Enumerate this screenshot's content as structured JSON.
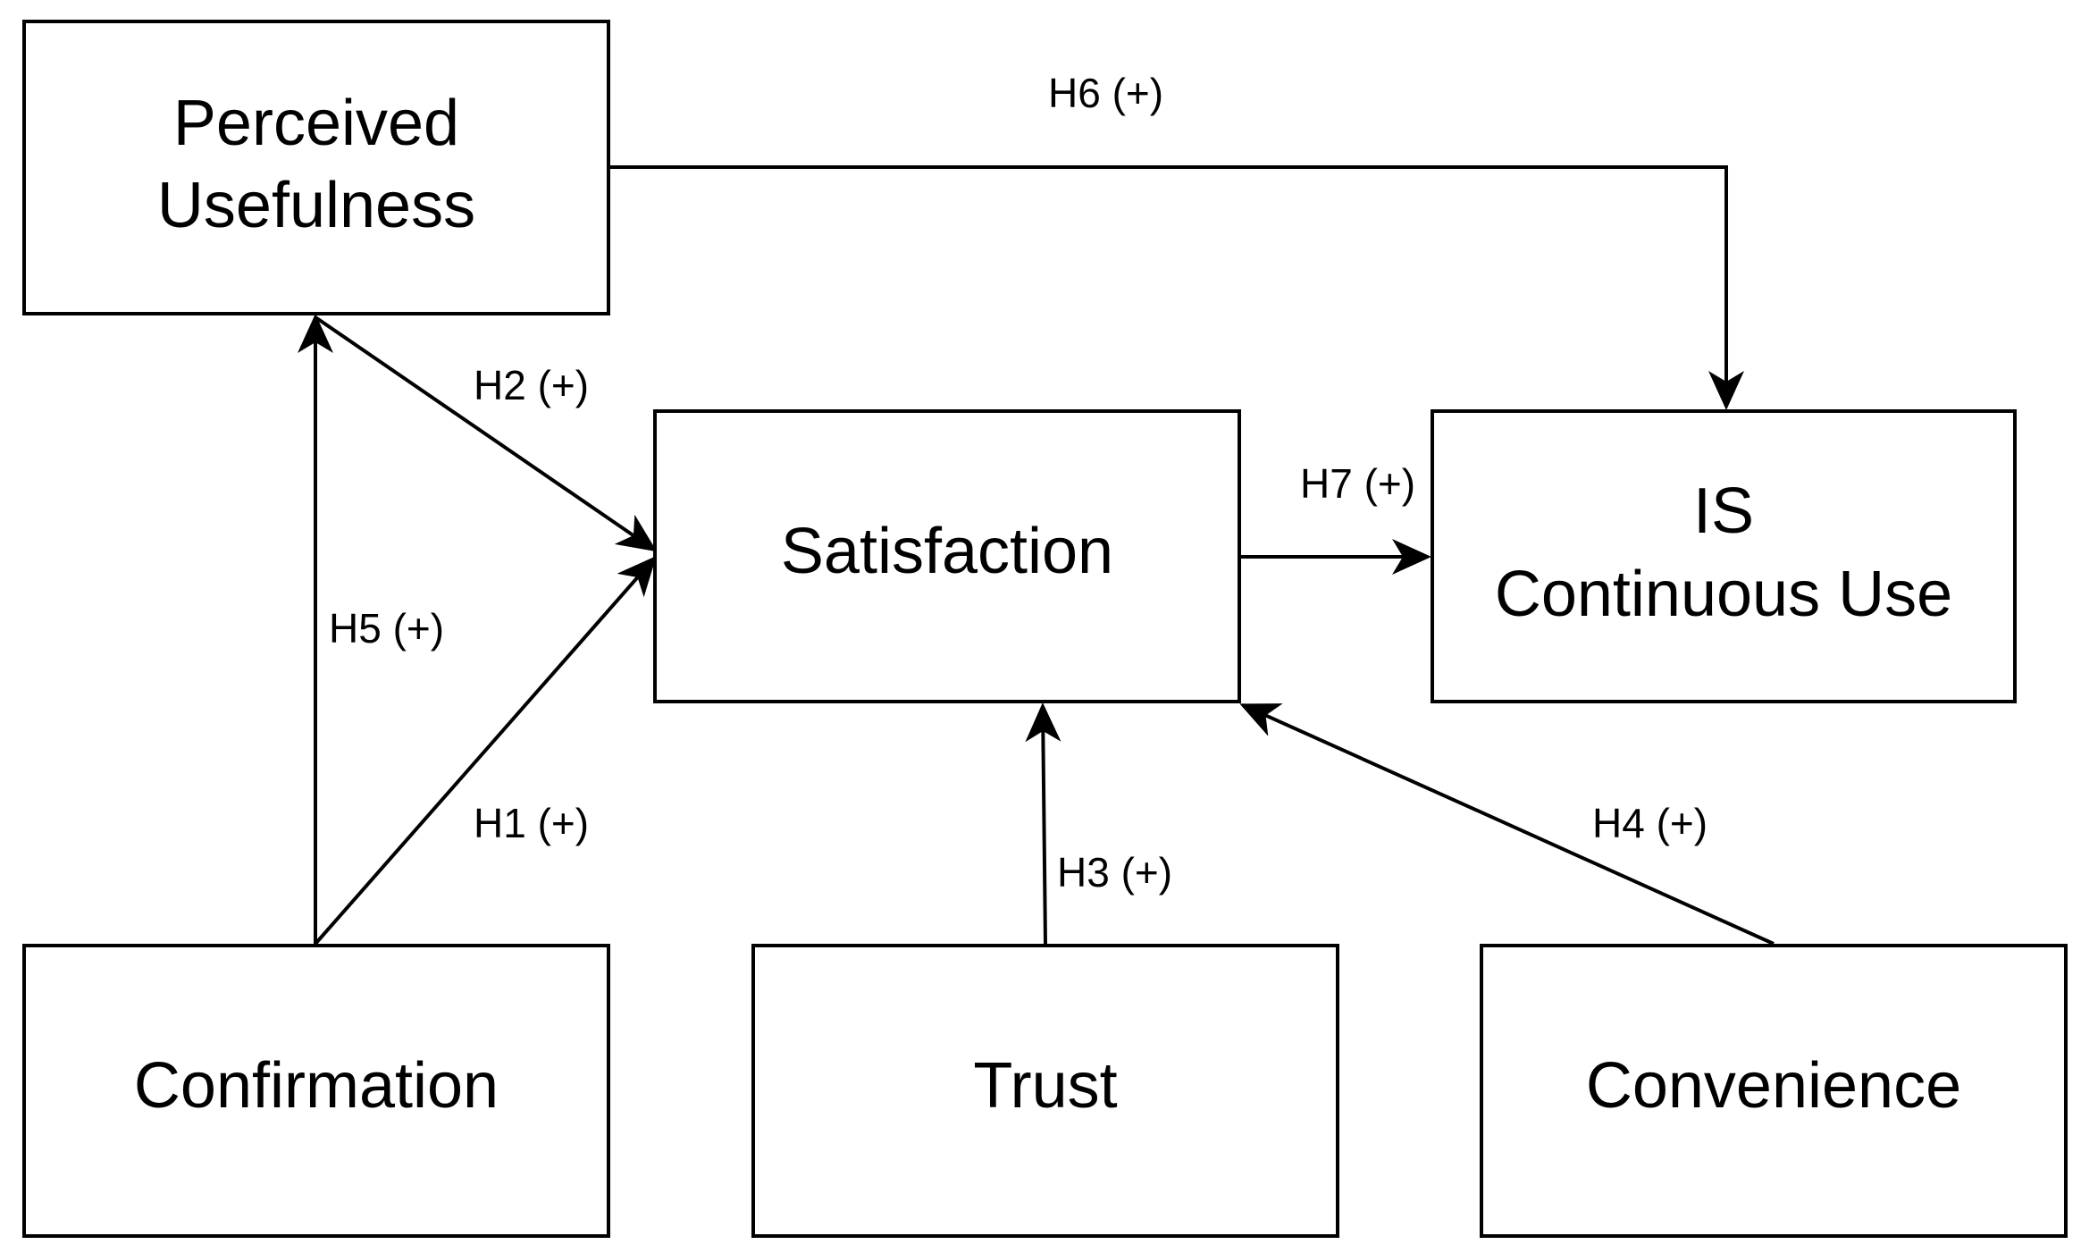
{
  "nodes": {
    "perceived_usefulness": {
      "line1": "Perceived",
      "line2": "Usefulness"
    },
    "satisfaction": {
      "label": "Satisfaction"
    },
    "is_continuous_use": {
      "line1": "IS",
      "line2": "Continuous Use"
    },
    "confirmation": {
      "label": "Confirmation"
    },
    "trust": {
      "label": "Trust"
    },
    "convenience": {
      "label": "Convenience"
    }
  },
  "edges": {
    "h1": {
      "label": "H1 (+)",
      "from": "Confirmation",
      "to": "Satisfaction"
    },
    "h2": {
      "label": "H2 (+)",
      "from": "Perceived Usefulness",
      "to": "Satisfaction"
    },
    "h3": {
      "label": "H3 (+)",
      "from": "Trust",
      "to": "Satisfaction"
    },
    "h4": {
      "label": "H4 (+)",
      "from": "Convenience",
      "to": "Satisfaction"
    },
    "h5": {
      "label": "H5 (+)",
      "from": "Confirmation",
      "to": "Perceived Usefulness"
    },
    "h6": {
      "label": "H6 (+)",
      "from": "Perceived Usefulness",
      "to": "IS Continuous Use"
    },
    "h7": {
      "label": "H7 (+)",
      "from": "Satisfaction",
      "to": "IS Continuous Use"
    }
  },
  "colors": {
    "stroke": "#000000",
    "background": "#ffffff"
  }
}
